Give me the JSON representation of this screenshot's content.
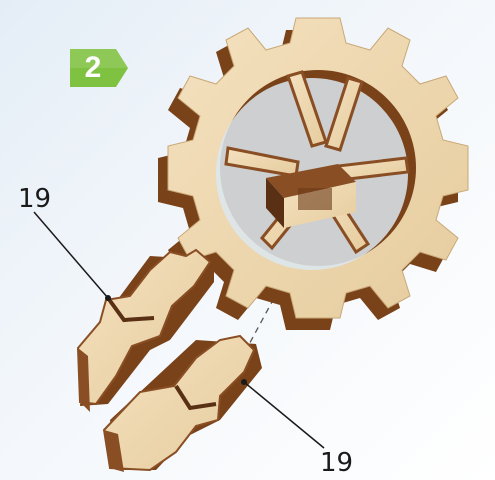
{
  "step": {
    "number": "2",
    "color": "#7fc241"
  },
  "callouts": [
    {
      "label": "19"
    },
    {
      "label": "19"
    }
  ],
  "colors": {
    "plywood_face": "#efd9b4",
    "plywood_edge": "#8a4e24",
    "plywood_dark": "#5a3015"
  }
}
